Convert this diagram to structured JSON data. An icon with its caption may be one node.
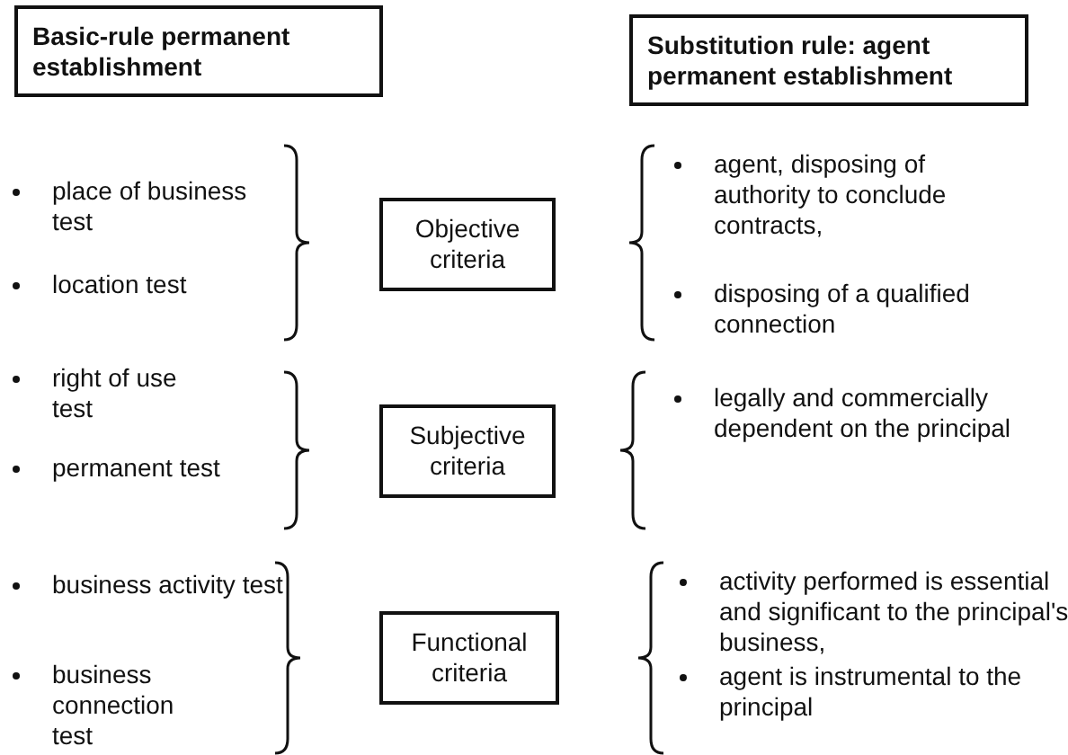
{
  "diagram": {
    "nodes": [
      {
        "text": [
          "Basic-rule permanent establishment"
        ]
      },
      {
        "text": [
          "Substitution rule: agent permanent establishment"
        ]
      },
      {
        "text": [
          "Objective criteria"
        ]
      },
      {
        "text": [
          "Subjective criteria"
        ]
      },
      {
        "text": [
          "Functional criteria"
        ]
      }
    ],
    "labels": [
      "place of business test",
      "location test",
      "agent, disposing of authority to conclude contracts,",
      "disposing of a qualified connection",
      "right of use test",
      "permanent test",
      "legally and commercially dependent on the principal",
      "business activity test",
      "business connection test",
      "activity performed is essential and significant to the principal's business,",
      "agent is instrumental to the principal"
    ]
  }
}
